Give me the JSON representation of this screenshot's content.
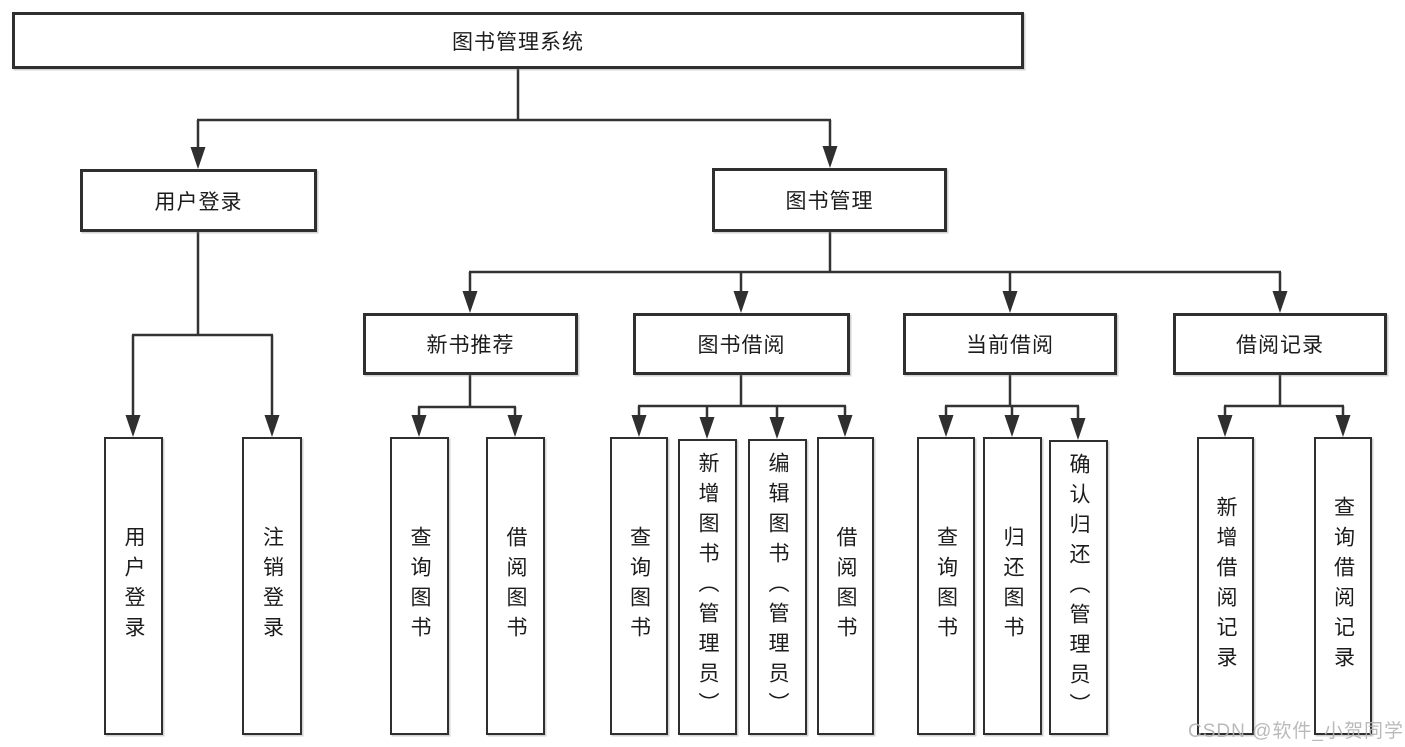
{
  "tree": {
    "label": "图书管理系统",
    "children": [
      {
        "label": "用户登录",
        "children": [
          {
            "label": "用户登录"
          },
          {
            "label": "注销登录"
          }
        ]
      },
      {
        "label": "图书管理",
        "children": [
          {
            "label": "新书推荐",
            "children": [
              {
                "label": "查询图书"
              },
              {
                "label": "借阅图书"
              }
            ]
          },
          {
            "label": "图书借阅",
            "children": [
              {
                "label": "查询图书"
              },
              {
                "label": "新增图书（管理员）"
              },
              {
                "label": "编辑图书（管理员）"
              },
              {
                "label": "借阅图书"
              }
            ]
          },
          {
            "label": "当前借阅",
            "children": [
              {
                "label": "查询图书"
              },
              {
                "label": "归还图书"
              },
              {
                "label": "确认归还（管理员）"
              }
            ]
          },
          {
            "label": "借阅记录",
            "children": [
              {
                "label": "新增借阅记录"
              },
              {
                "label": "查询借阅记录"
              }
            ]
          }
        ]
      }
    ]
  },
  "watermark": {
    "text": "CSDN @软件_小贺同学"
  },
  "colors": {
    "line": "#333333",
    "border": "#2f2f2f",
    "text": "#1c1c1c",
    "watermark": "#b2b2b2",
    "background": "#ffffff"
  }
}
